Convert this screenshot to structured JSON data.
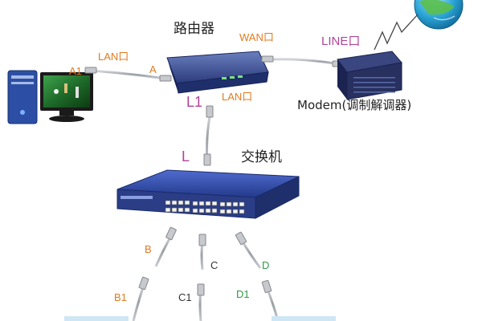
{
  "devices": {
    "router": "路由器",
    "modem": "Modem(调制解调器)",
    "switch": "交换机"
  },
  "labels": {
    "wan": "WAN口",
    "line": "LINE口",
    "lan_left": "LAN口",
    "lan_router": "LAN口",
    "a1": "A1",
    "a": "A",
    "l1": "L1",
    "l": "L",
    "b": "B",
    "c": "C",
    "d": "D",
    "b1": "B1",
    "c1": "C1",
    "d1": "D1"
  },
  "colors": {
    "orange": "#e07b1f",
    "pink": "#b0449a",
    "green": "#2e9a4a",
    "dark": "#333333",
    "router_body": "#1f2f6b",
    "modem_body": "#27305f",
    "switch_body": "#2a3d86",
    "cable": "#9aa0a6"
  }
}
